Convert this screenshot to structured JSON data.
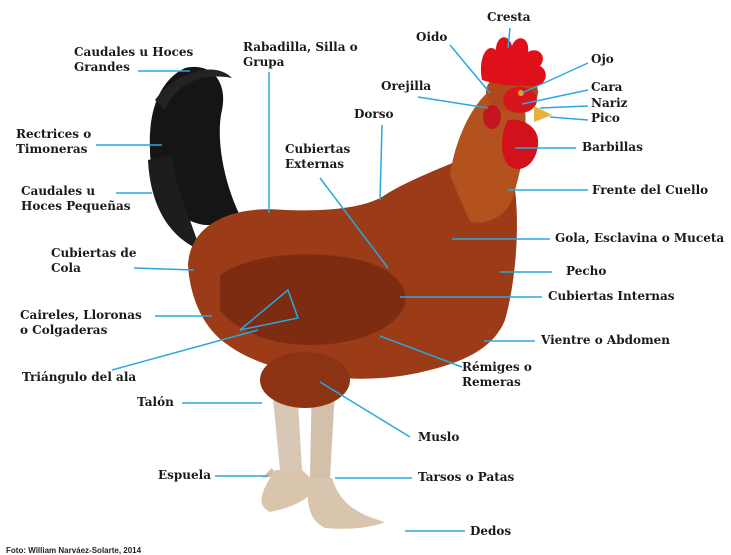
{
  "diagram": {
    "line_color": "#29a8e0",
    "labels": {
      "cresta": "Cresta",
      "oido": "Oido",
      "ojo": "Ojo",
      "cara": "Cara",
      "nariz": "Nariz",
      "pico": "Pico",
      "orejilla": "Orejilla",
      "barbillas": "Barbillas",
      "frente_cuello": "Frente del Cuello",
      "gola": "Gola, Esclavina o Muceta",
      "pecho": "Pecho",
      "cubiertas_internas": "Cubiertas Internas",
      "vientre": "Vientre o Abdomen",
      "remiges": "Rémiges o\nRemeras",
      "muslo": "Muslo",
      "tarsos": "Tarsos o Patas",
      "dedos": "Dedos",
      "espuela": "Espuela",
      "talon": "Talón",
      "triangulo": "Triángulo del ala",
      "caireles": "Caireles, Lloronas\no Colgaderas",
      "cubiertas_cola": "Cubiertas de\nCola",
      "caudales_pequenas": "Caudales u\nHoces Pequeñas",
      "rectrices": "Rectrices o\nTimoneras",
      "caudales_grandes": "Caudales u Hoces\nGrandes",
      "rabadilla": "Rabadilla, Silla o\nGrupa",
      "dorso": "Dorso",
      "cubiertas_externas": "Cubiertas\nExternas"
    },
    "photo_credit": "Foto: William Narváez-Solarte, 2014"
  }
}
